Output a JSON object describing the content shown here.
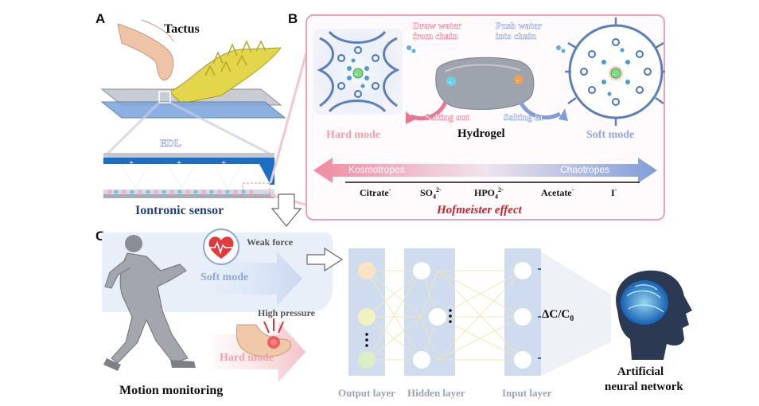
{
  "panels": {
    "a": {
      "letter": "A",
      "title": "Tactus",
      "edl_label": "EDL",
      "sensor_label": "Iontronic sensor"
    },
    "b": {
      "letter": "B",
      "draw_water": [
        "Draw water",
        "from chain"
      ],
      "push_water": [
        "Push water",
        "into chain"
      ],
      "salting_out": "Salting out",
      "salting_in": "Salting in",
      "hard_mode": "Hard mode",
      "hydrogel": "Hydrogel",
      "soft_mode": "Soft mode",
      "kosmotropes": "Kosmotropes",
      "chaotropes": "Chaotropes",
      "ions": [
        {
          "base": "Citrate",
          "sup": "-"
        },
        {
          "base": "SO",
          "sub": "4",
          "sup": "2-"
        },
        {
          "base": "HPO",
          "sub": "4",
          "sup": "2-"
        },
        {
          "base": "Acetate",
          "sup": "-"
        },
        {
          "base": "I",
          "sup": "-"
        }
      ],
      "effect": "Hofmeister effect"
    },
    "c": {
      "letter": "C",
      "weak_force": "Weak force",
      "soft_mode": "Soft mode",
      "high_pressure": "High pressure",
      "hard_mode": "Hard mode",
      "motion_monitoring": "Motion monitoring",
      "output_layer": "Output layer",
      "hidden_layer": "Hidden layer",
      "input_layer": "Input layer",
      "delta_c": {
        "base": "ΔC/C",
        "sub": "0"
      },
      "ann": [
        "Artificial",
        "neural network"
      ]
    }
  },
  "colors": {
    "pink_border": "#e8a4b3",
    "blue_mode": "#8fa8d8",
    "pink_mode": "#f0a0a8",
    "effect_red": "#c8202e",
    "column_blue": "#cfdcf0",
    "electrode_blue": "#1a6fc4"
  },
  "icons": [
    "finger-icon",
    "heart-icon",
    "foot-icon",
    "runner-icon",
    "brain-icon"
  ]
}
